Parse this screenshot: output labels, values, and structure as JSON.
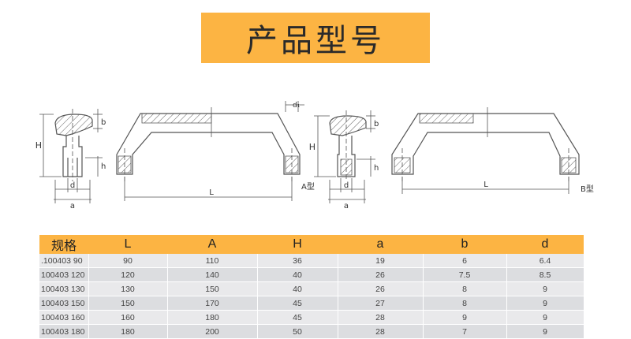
{
  "title": "产品型号",
  "drawing_labels": {
    "H": "H",
    "b": "b",
    "h": "h",
    "d": "d",
    "a": "a",
    "L": "L",
    "d1": "d₁",
    "type_a": "A型",
    "type_b": "B型"
  },
  "table": {
    "headers": [
      "规格",
      "L",
      "A",
      "H",
      "a",
      "b",
      "d"
    ],
    "rows": [
      [
        ".100403  90",
        "90",
        "110",
        "36",
        "19",
        "6",
        "6.4"
      ],
      [
        "100403  120",
        "120",
        "140",
        "40",
        "26",
        "7.5",
        "8.5"
      ],
      [
        "100403  130",
        "130",
        "150",
        "40",
        "26",
        "8",
        "9"
      ],
      [
        "100403  150",
        "150",
        "170",
        "45",
        "27",
        "8",
        "9"
      ],
      [
        "100403  160",
        "160",
        "180",
        "45",
        "28",
        "9",
        "9"
      ],
      [
        "100403  180",
        "180",
        "200",
        "50",
        "28",
        "7",
        "9"
      ]
    ]
  },
  "colors": {
    "accent": "#fcb443",
    "row_light": "#e9e9eb",
    "row_dark": "#dcdde0"
  }
}
